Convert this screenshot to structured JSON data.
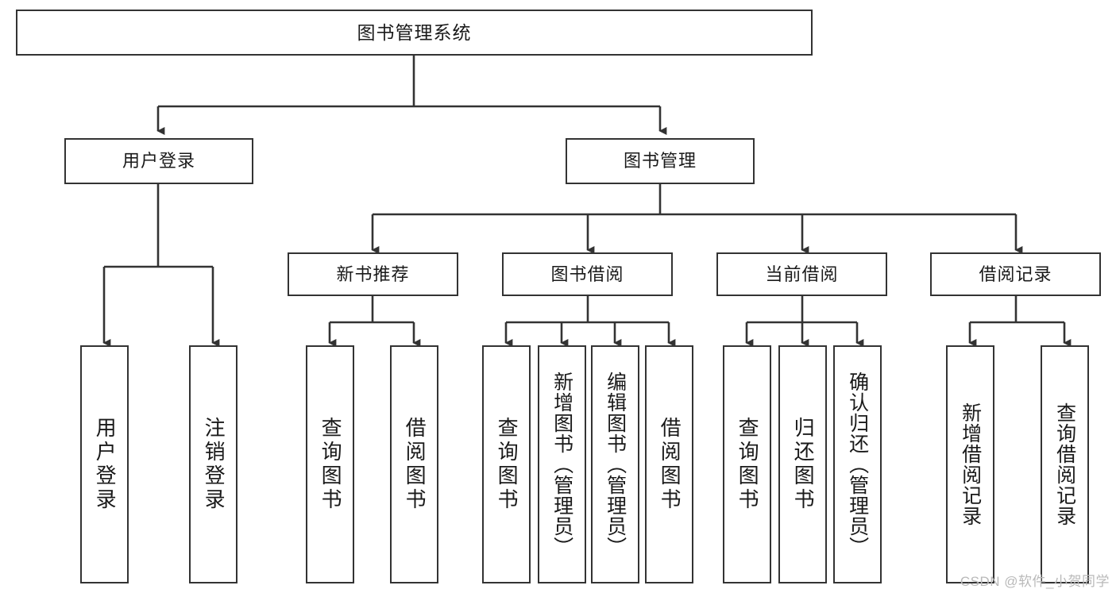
{
  "diagram": {
    "title": "图书管理系统",
    "type": "tree",
    "watermark": "CSDN @软件_小贺同学",
    "root": {
      "id": "root",
      "label": "图书管理系统"
    },
    "level2": [
      {
        "id": "user-login",
        "label": "用户登录"
      },
      {
        "id": "book-management",
        "label": "图书管理"
      }
    ],
    "level3": [
      {
        "id": "new-book-recommend",
        "label": "新书推荐",
        "parent": "book-management"
      },
      {
        "id": "book-borrow",
        "label": "图书借阅",
        "parent": "book-management"
      },
      {
        "id": "current-borrow",
        "label": "当前借阅",
        "parent": "book-management"
      },
      {
        "id": "borrow-record",
        "label": "借阅记录",
        "parent": "book-management"
      }
    ],
    "leaves": [
      {
        "id": "leaf-user-login",
        "label": "用户登录",
        "parent": "user-login"
      },
      {
        "id": "leaf-logout-login",
        "label": "注销登录",
        "parent": "user-login"
      },
      {
        "id": "leaf-query-book-1",
        "label": "查询图书",
        "parent": "new-book-recommend"
      },
      {
        "id": "leaf-borrow-book-1",
        "label": "借阅图书",
        "parent": "new-book-recommend"
      },
      {
        "id": "leaf-query-book-2",
        "label": "查询图书",
        "parent": "book-borrow"
      },
      {
        "id": "leaf-add-book",
        "label": "新增图书（管理员）",
        "parent": "book-borrow"
      },
      {
        "id": "leaf-edit-book",
        "label": "编辑图书（管理员）",
        "parent": "book-borrow"
      },
      {
        "id": "leaf-borrow-book-2",
        "label": "借阅图书",
        "parent": "book-borrow"
      },
      {
        "id": "leaf-query-book-3",
        "label": "查询图书",
        "parent": "current-borrow"
      },
      {
        "id": "leaf-return-book",
        "label": "归还图书",
        "parent": "current-borrow"
      },
      {
        "id": "leaf-confirm-return",
        "label": "确认归还（管理员）",
        "parent": "current-borrow"
      },
      {
        "id": "leaf-add-record",
        "label": "新增借阅记录",
        "parent": "borrow-record"
      },
      {
        "id": "leaf-query-record",
        "label": "查询借阅记录",
        "parent": "borrow-record"
      }
    ],
    "colors": {
      "stroke": "#333333",
      "fill": "#ffffff",
      "text": "#1a1a1a",
      "watermark": "#b9b9b9"
    }
  }
}
